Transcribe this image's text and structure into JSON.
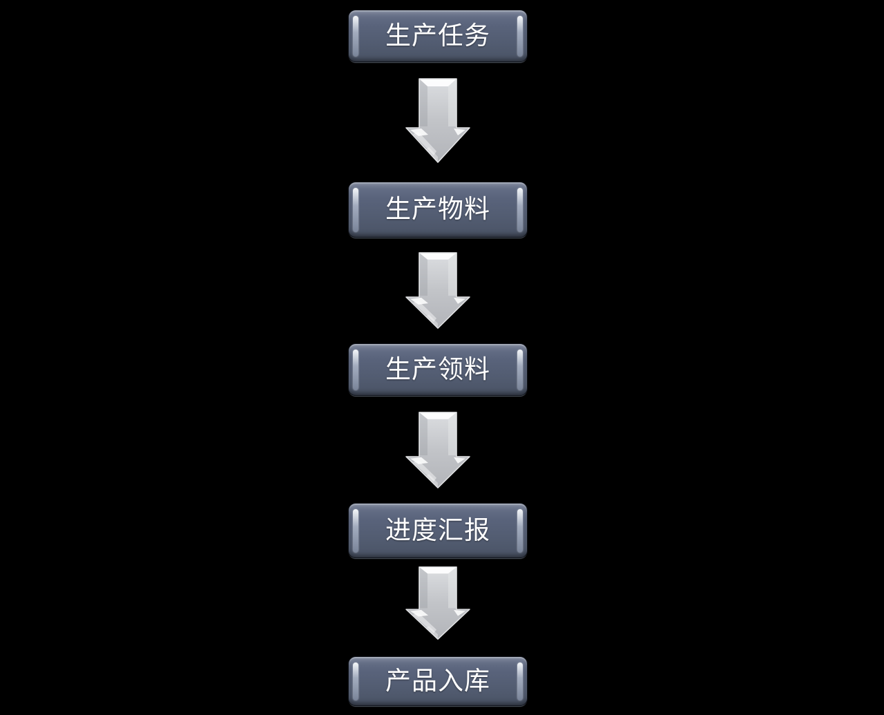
{
  "page": {
    "background_color": "#000000"
  },
  "flowchart": {
    "type": "vertical-process-flow",
    "nodes": [
      {
        "label": "生产任务"
      },
      {
        "label": "生产物料"
      },
      {
        "label": "生产领料"
      },
      {
        "label": "进度汇报"
      },
      {
        "label": "产品入库"
      }
    ],
    "connector_icon": "down-arrow-icon",
    "connector_count": 4,
    "colors": {
      "background": "#000000",
      "node_fill": "#545e72",
      "node_fill_top": "#69738b",
      "node_fill_bottom": "#4a5365",
      "node_bevel_highlight": "#d6dfee",
      "node_border": "#10141c",
      "node_text": "#ffffff",
      "arrow_fill": "#c3c5c9",
      "arrow_highlight": "#ffffff"
    }
  }
}
